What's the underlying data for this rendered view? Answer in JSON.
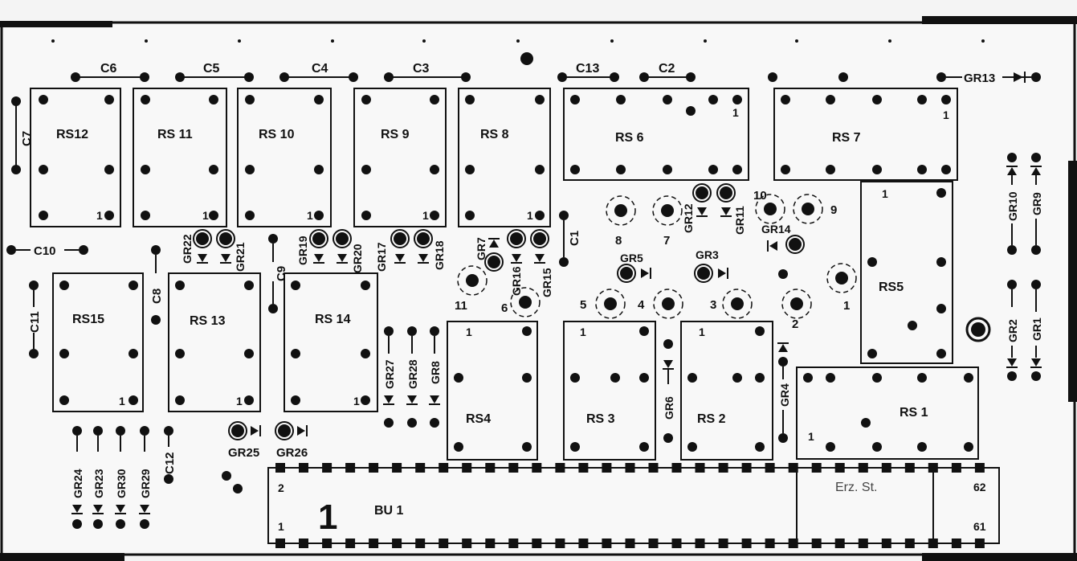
{
  "diagram": {
    "relays": [
      {
        "id": "rs12",
        "label": "RS12",
        "pin": "1"
      },
      {
        "id": "rs11",
        "label": "RS 11",
        "pin": "1"
      },
      {
        "id": "rs10",
        "label": "RS 10",
        "pin": "1"
      },
      {
        "id": "rs9",
        "label": "RS 9",
        "pin": "1"
      },
      {
        "id": "rs8",
        "label": "RS 8",
        "pin": "1"
      },
      {
        "id": "rs6",
        "label": "RS 6",
        "pin": "1"
      },
      {
        "id": "rs7",
        "label": "RS 7",
        "pin": "1"
      },
      {
        "id": "rs5",
        "label": "RS5",
        "pin": "1"
      },
      {
        "id": "rs15",
        "label": "RS15",
        "pin": "1"
      },
      {
        "id": "rs13",
        "label": "RS 13",
        "pin": "1"
      },
      {
        "id": "rs14",
        "label": "RS 14",
        "pin": "1"
      },
      {
        "id": "rs4",
        "label": "RS4",
        "pin": "1"
      },
      {
        "id": "rs3",
        "label": "RS 3",
        "pin": "1"
      },
      {
        "id": "rs2",
        "label": "RS 2",
        "pin": "1"
      },
      {
        "id": "rs1",
        "label": "RS 1",
        "pin": "1"
      }
    ],
    "capacitors": [
      "C6",
      "C5",
      "C4",
      "C3",
      "C13",
      "C2",
      "C7",
      "C10",
      "C9",
      "C1",
      "C11",
      "C8",
      "C12"
    ],
    "diodes": [
      "GR13",
      "GR10",
      "GR9",
      "GR2",
      "GR1",
      "GR22",
      "GR21",
      "GR19",
      "GR20",
      "GR17",
      "GR18",
      "GR7",
      "GR16",
      "GR15",
      "GR12",
      "GR11",
      "GR14",
      "GR5",
      "GR3",
      "GR27",
      "GR28",
      "GR8",
      "GR6",
      "GR4",
      "GR25",
      "GR26",
      "GR24",
      "GR23",
      "GR30",
      "GR29"
    ],
    "pad_numbers": [
      "8",
      "7",
      "10",
      "9",
      "11",
      "6",
      "5",
      "4",
      "3",
      "2",
      "1"
    ],
    "connector": {
      "label": "BU 1",
      "big_number": "1",
      "pin_top": "2",
      "pin_bottom": "1",
      "pin_62": "62",
      "pin_61": "61",
      "region_label": "Erz. St."
    }
  }
}
